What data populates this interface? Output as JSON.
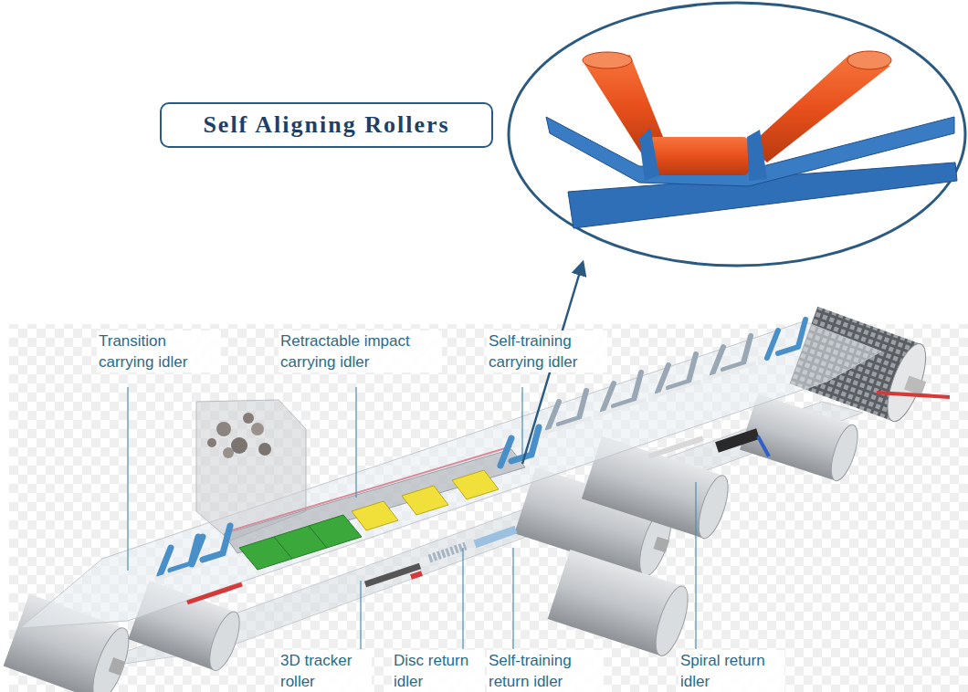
{
  "diagram": {
    "nodes": [
      {
        "text": [
          "Self Aligning Rollers"
        ]
      }
    ],
    "labels": [
      "Transition carrying idler",
      "Retractable impact carrying idler",
      "Self-training carrying idler",
      "3D tracker roller",
      "Disc return idler",
      "Self-training return idler",
      "Spiral return idler"
    ]
  }
}
